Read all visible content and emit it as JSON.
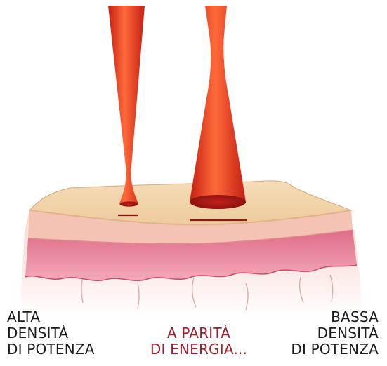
{
  "left_caption": [
    "ALTA",
    "DENSITÀ",
    "DI POTENZA"
  ],
  "center_caption": [
    "A PARITÀ",
    "DI ENERGIA..."
  ],
  "right_caption": [
    "BASSA",
    "DENSITÀ",
    "DI POTENZA"
  ],
  "colors": {
    "beam": "#e3341d",
    "beam_core": "#ff6a3a",
    "spot": "#9e1512",
    "skin_surface": "#f2d3a8",
    "epidermis": "#f7c4b9",
    "dermis": "#e97e96",
    "caption_text": "#1b1b1b",
    "accent_text": "#a01c2a"
  }
}
